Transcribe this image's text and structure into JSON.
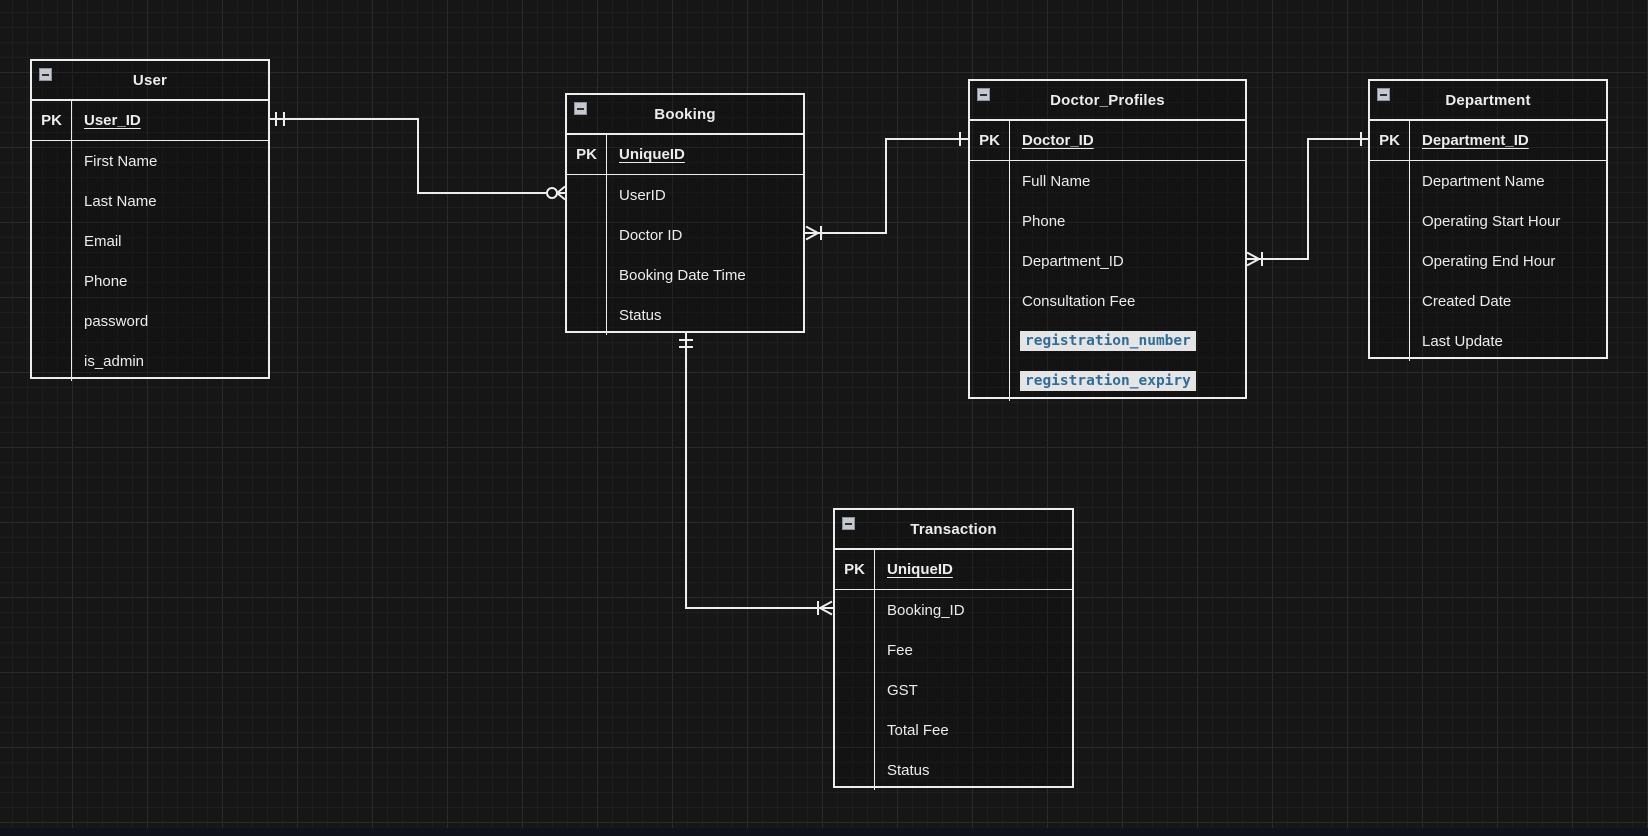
{
  "canvas": {
    "background_color": "#161616",
    "grid_fine_color": "#1e1e1e",
    "grid_major_color": "#2a2a2a",
    "wire_color": "#ededed",
    "text_color": "#ececec",
    "highlight_bg_color": "#e5e5e5",
    "highlight_text_color": "#2e6d99",
    "bottom_edge_color": "#10131b"
  },
  "entities": [
    {
      "name": "User",
      "pk_label": "PK",
      "collapse_icon": "minus-square-icon",
      "fields": [
        {
          "name": "User_ID",
          "pk": true
        },
        {
          "name": "First Name"
        },
        {
          "name": "Last Name"
        },
        {
          "name": "Email"
        },
        {
          "name": "Phone"
        },
        {
          "name": "password"
        },
        {
          "name": "is_admin"
        }
      ]
    },
    {
      "name": "Booking",
      "pk_label": "PK",
      "collapse_icon": "minus-square-icon",
      "fields": [
        {
          "name": "UniqueID",
          "pk": true
        },
        {
          "name": "UserID"
        },
        {
          "name": "Doctor ID"
        },
        {
          "name": "Booking Date Time"
        },
        {
          "name": "Status"
        }
      ]
    },
    {
      "name": "Doctor_Profiles",
      "pk_label": "PK",
      "collapse_icon": "minus-square-icon",
      "fields": [
        {
          "name": "Doctor_ID",
          "pk": true
        },
        {
          "name": "Full Name"
        },
        {
          "name": "Phone"
        },
        {
          "name": "Department_ID"
        },
        {
          "name": "Consultation Fee"
        },
        {
          "name": "registration_number",
          "highlighted": true
        },
        {
          "name": "registration_expiry",
          "highlighted": true
        }
      ]
    },
    {
      "name": "Department",
      "pk_label": "PK",
      "collapse_icon": "minus-square-icon",
      "fields": [
        {
          "name": "Department_ID",
          "pk": true
        },
        {
          "name": "Department Name"
        },
        {
          "name": "Operating Start Hour"
        },
        {
          "name": "Operating End Hour"
        },
        {
          "name": "Created Date"
        },
        {
          "name": "Last Update"
        }
      ]
    },
    {
      "name": "Transaction",
      "pk_label": "PK",
      "collapse_icon": "minus-square-icon",
      "fields": [
        {
          "name": "UniqueID",
          "pk": true
        },
        {
          "name": "Booking_ID"
        },
        {
          "name": "Fee"
        },
        {
          "name": "GST"
        },
        {
          "name": "Total Fee"
        },
        {
          "name": "Status"
        }
      ]
    }
  ],
  "relationships": [
    {
      "from_entity": "User",
      "from_field": "User_ID",
      "to_entity": "Booking",
      "to_field": "UserID",
      "from_notation": "one-and-only-one (||)",
      "to_notation": "zero-or-many (o<)"
    },
    {
      "from_entity": "Booking",
      "from_field": "Doctor ID",
      "to_entity": "Doctor_Profiles",
      "to_field": "Doctor_ID",
      "from_notation": "many (>|)",
      "to_notation": "one (|)"
    },
    {
      "from_entity": "Doctor_Profiles",
      "from_field": "Department_ID",
      "to_entity": "Department",
      "to_field": "Department_ID",
      "from_notation": "many (>|)",
      "to_notation": "one (|)"
    },
    {
      "from_entity": "Booking",
      "from_field": "",
      "to_entity": "Transaction",
      "to_field": "Booking_ID",
      "from_notation": "one-and-only-one (=)",
      "to_notation": "one-or-many (|<)"
    }
  ]
}
